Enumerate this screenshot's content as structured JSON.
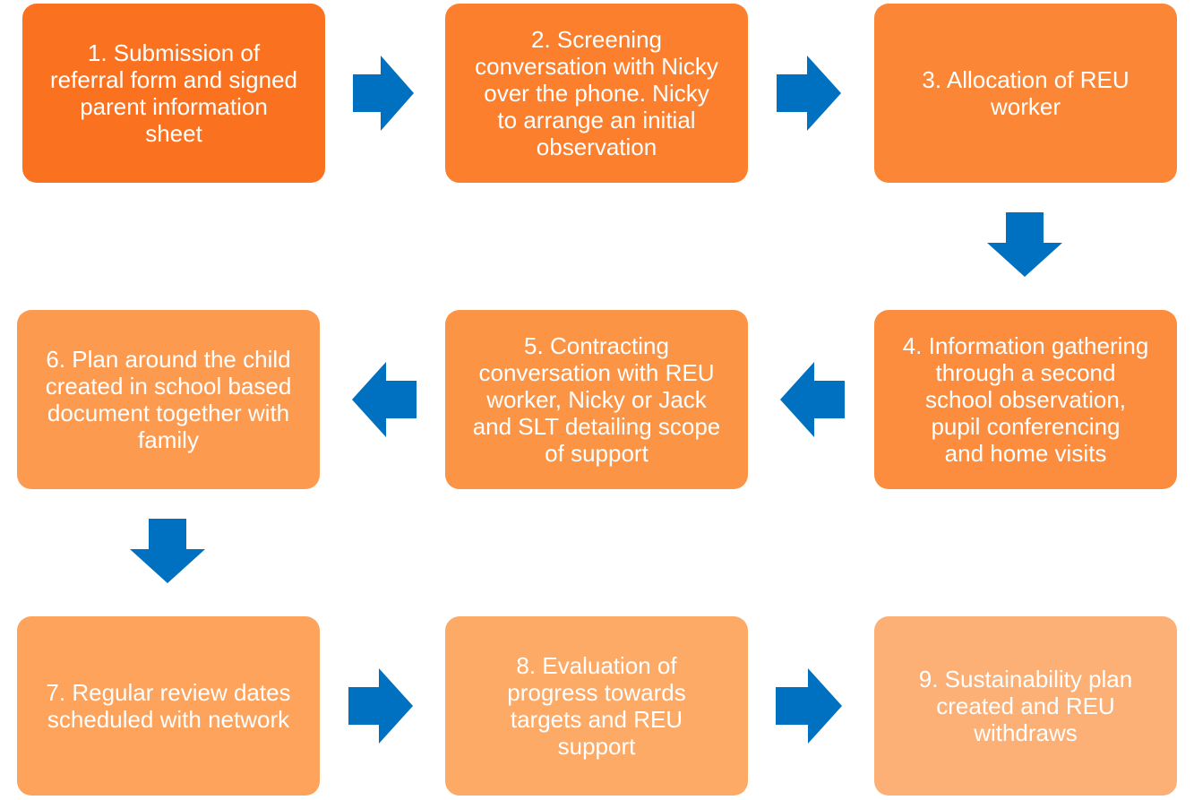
{
  "colors": {
    "arrow": "#0070C0",
    "text": "#FFFFFF"
  },
  "steps": [
    {
      "text": "1. Submission of\nreferral form and signed\nparent information\nsheet",
      "color": "#FA7220"
    },
    {
      "text": "2. Screening\nconversation with Nicky\nover the phone. Nicky\nto arrange an initial\nobservation",
      "color": "#FB7F2C"
    },
    {
      "text": "3. Allocation of REU\nworker",
      "color": "#FB8736"
    },
    {
      "text": "4. Information gathering\nthrough a second\nschool observation,\npupil conferencing\nand home visits",
      "color": "#FC8D3E"
    },
    {
      "text": "5. Contracting\nconversation with REU\nworker, Nicky or Jack\nand SLT detailing scope\nof support",
      "color": "#FC9446"
    },
    {
      "text": "6. Plan around the child\ncreated in school based\ndocument together with\nfamily",
      "color": "#FC9B50"
    },
    {
      "text": "7. Regular review dates\nscheduled with network",
      "color": "#FDA35C"
    },
    {
      "text": "8. Evaluation of\nprogress towards\ntargets and REU\nsupport",
      "color": "#FDAA67"
    },
    {
      "text": "9. Sustainability plan\ncreated and REU\nwithdraws",
      "color": "#FDB075"
    }
  ],
  "arrows": [
    {
      "from": 1,
      "to": 2,
      "direction": "right"
    },
    {
      "from": 2,
      "to": 3,
      "direction": "right"
    },
    {
      "from": 3,
      "to": 4,
      "direction": "down"
    },
    {
      "from": 4,
      "to": 5,
      "direction": "left"
    },
    {
      "from": 5,
      "to": 6,
      "direction": "left"
    },
    {
      "from": 6,
      "to": 7,
      "direction": "down"
    },
    {
      "from": 7,
      "to": 8,
      "direction": "right"
    },
    {
      "from": 8,
      "to": 9,
      "direction": "right"
    }
  ]
}
